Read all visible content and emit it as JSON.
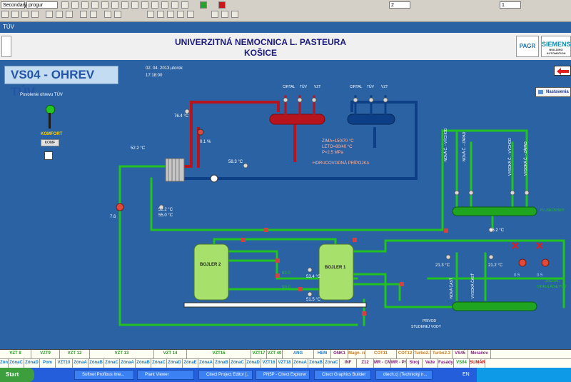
{
  "toolbar": {
    "field_1": "Secondary",
    "field_2": "progur",
    "field_3": "2",
    "field_4": "1"
  },
  "window_title": "TÚV",
  "header": {
    "line1": "UNIVERZITNÁ NEMOCNICA L. PASTEURA",
    "line2": "KOŠICE",
    "logo_left": "PAGR",
    "logo_right": "SIEMENS",
    "logo_right_sub": "BUILDING AUTOMATION"
  },
  "page": {
    "title": "VS04 - OHREV TÚV",
    "date": "02. 04. 2013,utorok",
    "time": "17:18:00",
    "settings_button": "Nastavenia",
    "enable_label": "Povolenie ohrevu TÚV",
    "mode_label": "KOMFORT",
    "mode_field": "KOMF"
  },
  "readings": {
    "t1": "76.4 °C",
    "pct": "0.1 %",
    "t2": "52.2 °C",
    "t3": "58.3 °C",
    "t4a": "52.2 °C",
    "t4b": "55.0 °C",
    "t5": "55.2 °C",
    "t6": "21.3 °C",
    "t7": "21.2 °C",
    "t8": "53.4 °C",
    "t9": "51.5 °C",
    "hv_in": "63.0",
    "hv_out": "50.0",
    "pump_a": "0.5",
    "pump_b": "0.5",
    "valve_left": "7.6"
  },
  "labels": {
    "distrib_hot": [
      "CIRTAL",
      "TÚV",
      "VZT"
    ],
    "distrib_cold": [
      "CIRTAL",
      "TÚV",
      "VZT"
    ],
    "spec": [
      "ZIMA=150/70 °C",
      "LETO=80/40 °C",
      "P=2.5 MPa"
    ],
    "hot_inlet": "HORUCOVODNÁ PRÍPOJKA",
    "boiler1": "BOJLER 1",
    "boiler2": "BOJLER 2",
    "cold_water_1": "PRÍVOD",
    "cold_water_2": "STUDENEJ VODY",
    "upper_outputs": [
      "NOVÁ Č. - VÝCHOD",
      "NOVÁ Č. - ZÁPAD",
      "VYSOKÁ Č. - VÝCHOD",
      "VYSOKÁ Č. - ZÁPAD"
    ],
    "lower_outputs": [
      "NOVÁ ČASŤ",
      "VYSOKÁ ČASŤ"
    ],
    "header_upper": "PLUSKOVSKÝ",
    "header_lower_1": "ZBERAČ",
    "header_lower_2": "CIRKULÁCIE TÚV"
  },
  "statusbar": {
    "row1": [
      "VZT 8",
      "VZT9",
      "VZT 12",
      "VZT 13",
      "VZT 14",
      "VZT15",
      "VZT17",
      "VZT 40",
      "ANG",
      "HEM",
      "ONK1",
      "Magn. rez.",
      "COT11",
      "COT12",
      "Turbo2.1",
      "Turbo2.3",
      "VS45",
      "Meračov"
    ],
    "row2": [
      "ZónaB",
      "ZónaC",
      "ZónaD",
      "Pom",
      "VZT10",
      "ZónaA",
      "ZónaB",
      "ZónaC",
      "ZónaA",
      "ZónaB",
      "ZónaC",
      "ZónaD",
      "ZónaE",
      "ZónaA",
      "ZónaB",
      "ZónaC",
      "ZónaD",
      "VZT16",
      "VZT18",
      "ZónaA",
      "ZónaB",
      "ZónaC",
      "INF",
      "Z12",
      "MR - CMed",
      "MR - Philips",
      "Stroj",
      "Veže",
      "Fasády",
      "VS04",
      "SUMÁR"
    ]
  },
  "taskbar": {
    "start": "Start",
    "tasks": [
      "Softnet Profibus Inte...",
      "Plant Viewer",
      "Citect Project Editor [..",
      "PN5P - Citect Explorer",
      "Citect Graphics Builder",
      "dtech.c) (Technický n..."
    ],
    "tray": "EN"
  },
  "colors": {
    "bg": "#2a62a3",
    "hot": "#b8141e",
    "cold": "#0d3f86",
    "green": "#1fa51f",
    "boiler": "#a8e06c"
  }
}
